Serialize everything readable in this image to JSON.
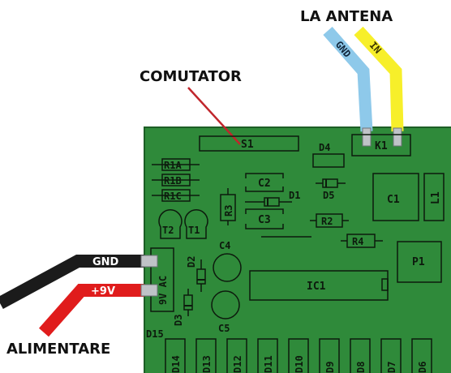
{
  "labels": {
    "antenna_title": "LA ANTENA",
    "antenna_gnd": "GND",
    "antenna_in": "IN",
    "switch_callout": "COMUTATOR",
    "power_title": "ALIMENTARE",
    "power_gnd": "GND",
    "power_plus": "+9V"
  },
  "components": {
    "S1": "S1",
    "K1": "K1",
    "D4": "D4",
    "D5": "D5",
    "D1": "D1",
    "C1": "C1",
    "C2": "C2",
    "C3": "C3",
    "C4": "C4",
    "C5": "C5",
    "L1": "L1",
    "R1A": "R1A",
    "R1B": "R1B",
    "R1C": "R1C",
    "R2": "R2",
    "R3": "R3",
    "R4": "R4",
    "T1": "T1",
    "T2": "T2",
    "D2": "D2",
    "D3": "D3",
    "D15": "D15",
    "IC1": "IC1",
    "P1": "P1",
    "terminal": "9V AC"
  },
  "diodes_bottom": [
    "D14",
    "D13",
    "D12",
    "D11",
    "D10",
    "D9",
    "D8",
    "D7",
    "D6"
  ],
  "colors": {
    "board": "#2f8a3a",
    "board_border": "#1d5e26",
    "silkscreen": "#0d1a0d",
    "wire_gnd_antenna": "#8ec9ea",
    "wire_in_antenna": "#f7ef2a",
    "wire_black": "#1b1b1b",
    "wire_red": "#e01c1c",
    "leader_line": "#c0262c",
    "pin": "#bfc3c7"
  }
}
